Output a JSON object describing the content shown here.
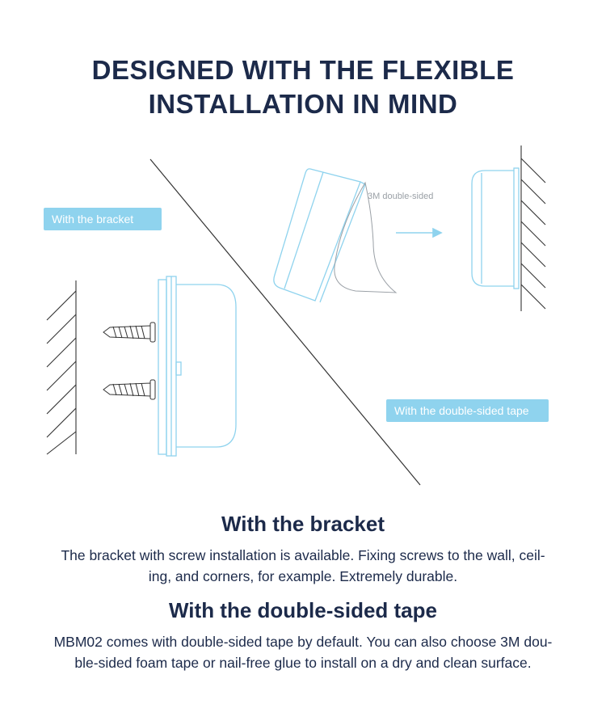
{
  "headline": {
    "line1": "DESIGNED WITH THE FLEXIBLE",
    "line2": "INSTALLATION IN MIND"
  },
  "illustration": {
    "tag_bracket": "With the bracket",
    "tag_tape": "With the double-sided tape",
    "tape_label": "3M double-sided",
    "accent_color": "#8fd3ee",
    "line_color": "#3a3a3a"
  },
  "sections": [
    {
      "title": "With the bracket",
      "line1": "The bracket with screw installation is available. Fixing screws to the wall, ceil-",
      "line2": "ing, and corners, for example. Extremely durable."
    },
    {
      "title": "With the double-sided tape",
      "line1": "MBM02 comes with double-sided tape by default. You can also choose 3M dou-",
      "line2": "ble-sided foam tape or nail-free glue to install on a dry and clean surface."
    }
  ]
}
